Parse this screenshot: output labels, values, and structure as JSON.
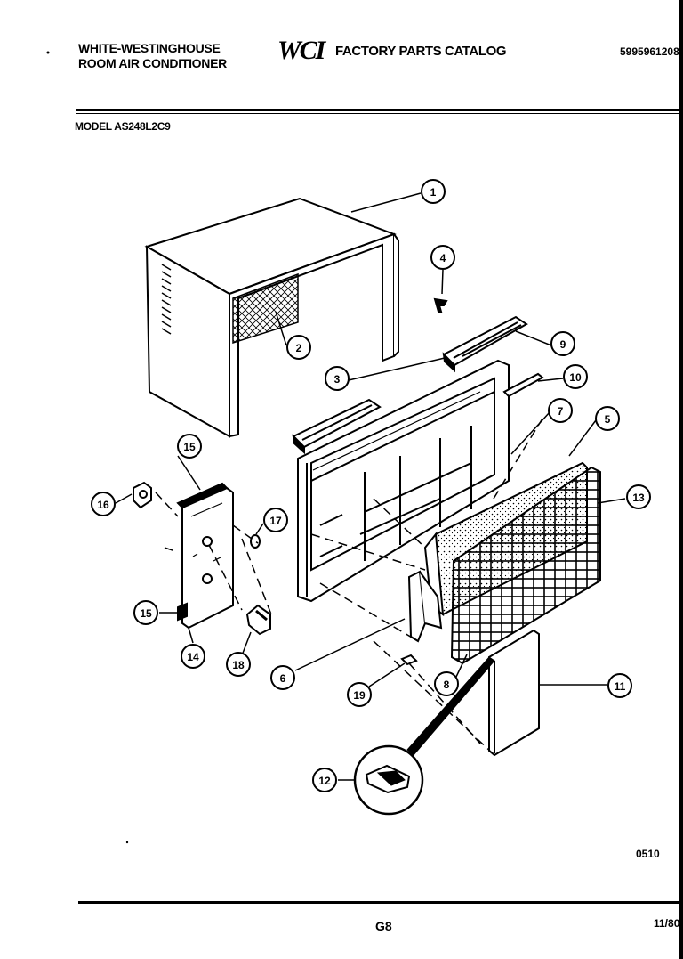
{
  "header": {
    "brand_line1": "WHITE-WESTINGHOUSE",
    "brand_line2": "ROOM AIR CONDITIONER",
    "logo": "WCI",
    "catalog_title": "FACTORY PARTS CATALOG",
    "part_number": "5995961208",
    "model": "MODEL AS248L2C9"
  },
  "footer": {
    "drawing_number": "0510",
    "page": "G8",
    "date": "11/80"
  },
  "callouts": [
    "1",
    "2",
    "3",
    "4",
    "5",
    "6",
    "7",
    "8",
    "9",
    "10",
    "11",
    "12",
    "13",
    "14",
    "15",
    "15",
    "16",
    "17",
    "18",
    "19"
  ]
}
